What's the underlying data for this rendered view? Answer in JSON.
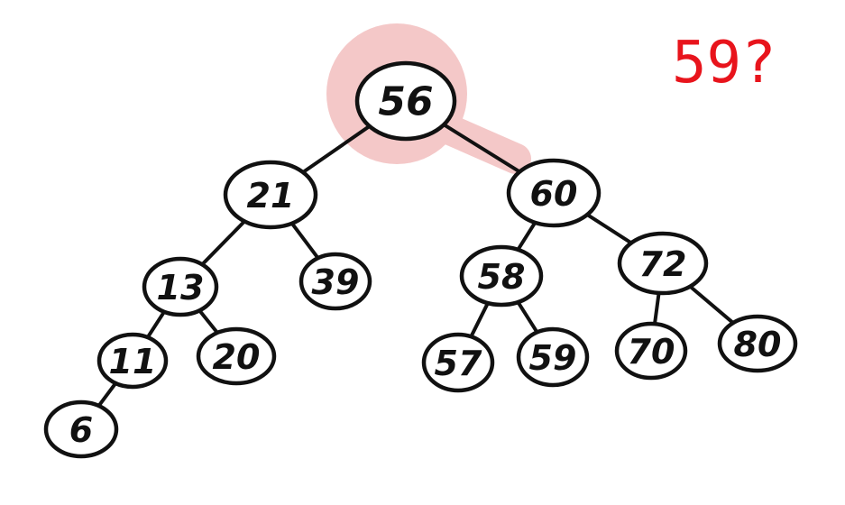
{
  "query_label": "59?",
  "colors": {
    "highlight": "#f4c8c8",
    "query": "#e8141c",
    "ink": "#111111"
  },
  "tree": {
    "highlighted_node": "56",
    "highlighted_edge": [
      "56",
      "60"
    ],
    "nodes": [
      {
        "id": "56",
        "label": "56"
      },
      {
        "id": "21",
        "label": "21"
      },
      {
        "id": "60",
        "label": "60"
      },
      {
        "id": "13",
        "label": "13"
      },
      {
        "id": "39",
        "label": "39"
      },
      {
        "id": "11",
        "label": "11"
      },
      {
        "id": "20",
        "label": "20"
      },
      {
        "id": "6",
        "label": "6"
      },
      {
        "id": "58",
        "label": "58"
      },
      {
        "id": "72",
        "label": "72"
      },
      {
        "id": "57",
        "label": "57"
      },
      {
        "id": "59",
        "label": "59"
      },
      {
        "id": "70",
        "label": "70"
      },
      {
        "id": "80",
        "label": "80"
      }
    ],
    "edges": [
      [
        "56",
        "21"
      ],
      [
        "56",
        "60"
      ],
      [
        "21",
        "13"
      ],
      [
        "21",
        "39"
      ],
      [
        "13",
        "11"
      ],
      [
        "13",
        "20"
      ],
      [
        "11",
        "6"
      ],
      [
        "60",
        "58"
      ],
      [
        "60",
        "72"
      ],
      [
        "58",
        "57"
      ],
      [
        "58",
        "59"
      ],
      [
        "72",
        "70"
      ],
      [
        "72",
        "80"
      ]
    ]
  }
}
